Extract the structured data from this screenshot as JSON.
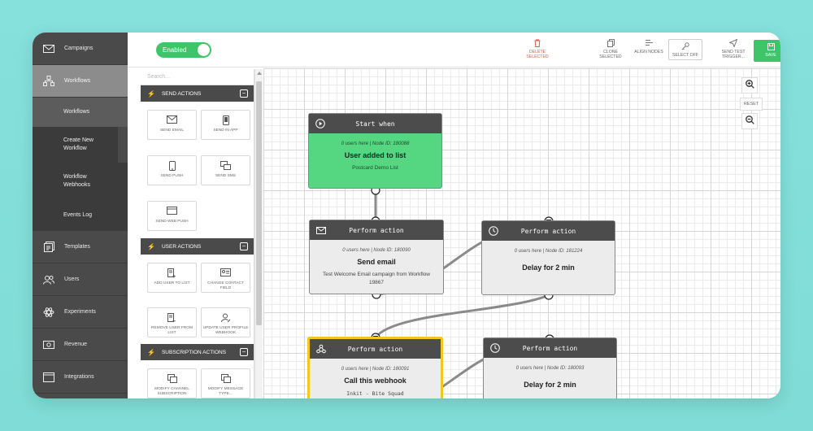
{
  "sidebar": {
    "items": [
      {
        "label": "Campaigns",
        "icon": "envelope-icon"
      },
      {
        "label": "Workflows",
        "icon": "workflow-icon"
      },
      {
        "label": "Templates",
        "icon": "templates-icon"
      },
      {
        "label": "Users",
        "icon": "users-icon"
      },
      {
        "label": "Experiments",
        "icon": "atom-icon"
      },
      {
        "label": "Revenue",
        "icon": "money-icon"
      },
      {
        "label": "Integrations",
        "icon": "integrations-icon"
      }
    ],
    "subitems": [
      {
        "label": "Workflows"
      },
      {
        "label": "Create New Workflow"
      },
      {
        "label": "Workflow Webhooks"
      },
      {
        "label": "Events Log"
      }
    ]
  },
  "toolbar": {
    "toggle_label": "Enabled",
    "delete_label": "DELETE SELECTED",
    "clone_label": "CLONE SELECTED",
    "align_label": "ALIGN NODES",
    "select_off_label": "SELECT OFF",
    "send_test_label": "SEND TEST TRIGGER...",
    "save_label": "SAVE"
  },
  "panel": {
    "search_placeholder": "Search...",
    "sections": [
      {
        "title": "SEND ACTIONS",
        "cards": [
          "SEND EMAIL",
          "SEND IN APP",
          "SEND PUSH",
          "SEND SMS",
          "SEND WEB PUSH"
        ]
      },
      {
        "title": "USER ACTIONS",
        "cards": [
          "ADD USER TO LIST",
          "CHANGE CONTACT FIELD",
          "REMOVE USER FROM LIST",
          "UPDATE USER PROFILE WEBHOOK"
        ]
      },
      {
        "title": "SUBSCRIPTION ACTIONS",
        "cards": [
          "MODIFY CHANNEL SUBSCRIPTION",
          "MODIFY MESSAGE TYPE..."
        ]
      }
    ]
  },
  "canvas": {
    "reset_label": "RESET",
    "nodes": [
      {
        "header": "Start when",
        "meta": "0 users here | Node ID: 180088",
        "title": "User added to list",
        "sub": "Postcard Demo List"
      },
      {
        "header": "Perform action",
        "meta": "0 users here | Node ID: 180090",
        "title": "Send email",
        "sub": "Test Welcome Email campaign from Workflow 19867"
      },
      {
        "header": "Perform action",
        "meta": "0 users here | Node ID: 181224",
        "title": "Delay for 2 min",
        "sub": ""
      },
      {
        "header": "Perform action",
        "meta": "0 users here | Node ID: 180091",
        "title": "Call this webhook",
        "sub": "Inkit - Bite Squad"
      },
      {
        "header": "Perform action",
        "meta": "0 users here | Node ID: 180093",
        "title": "Delay for 2 min",
        "sub": ""
      }
    ]
  },
  "colors": {
    "accent_green": "#3ec56a",
    "node_green": "#55d680",
    "selected_yellow": "#f3c623",
    "delete_red": "#e0574f",
    "sidebar": "#4a4a4a"
  }
}
